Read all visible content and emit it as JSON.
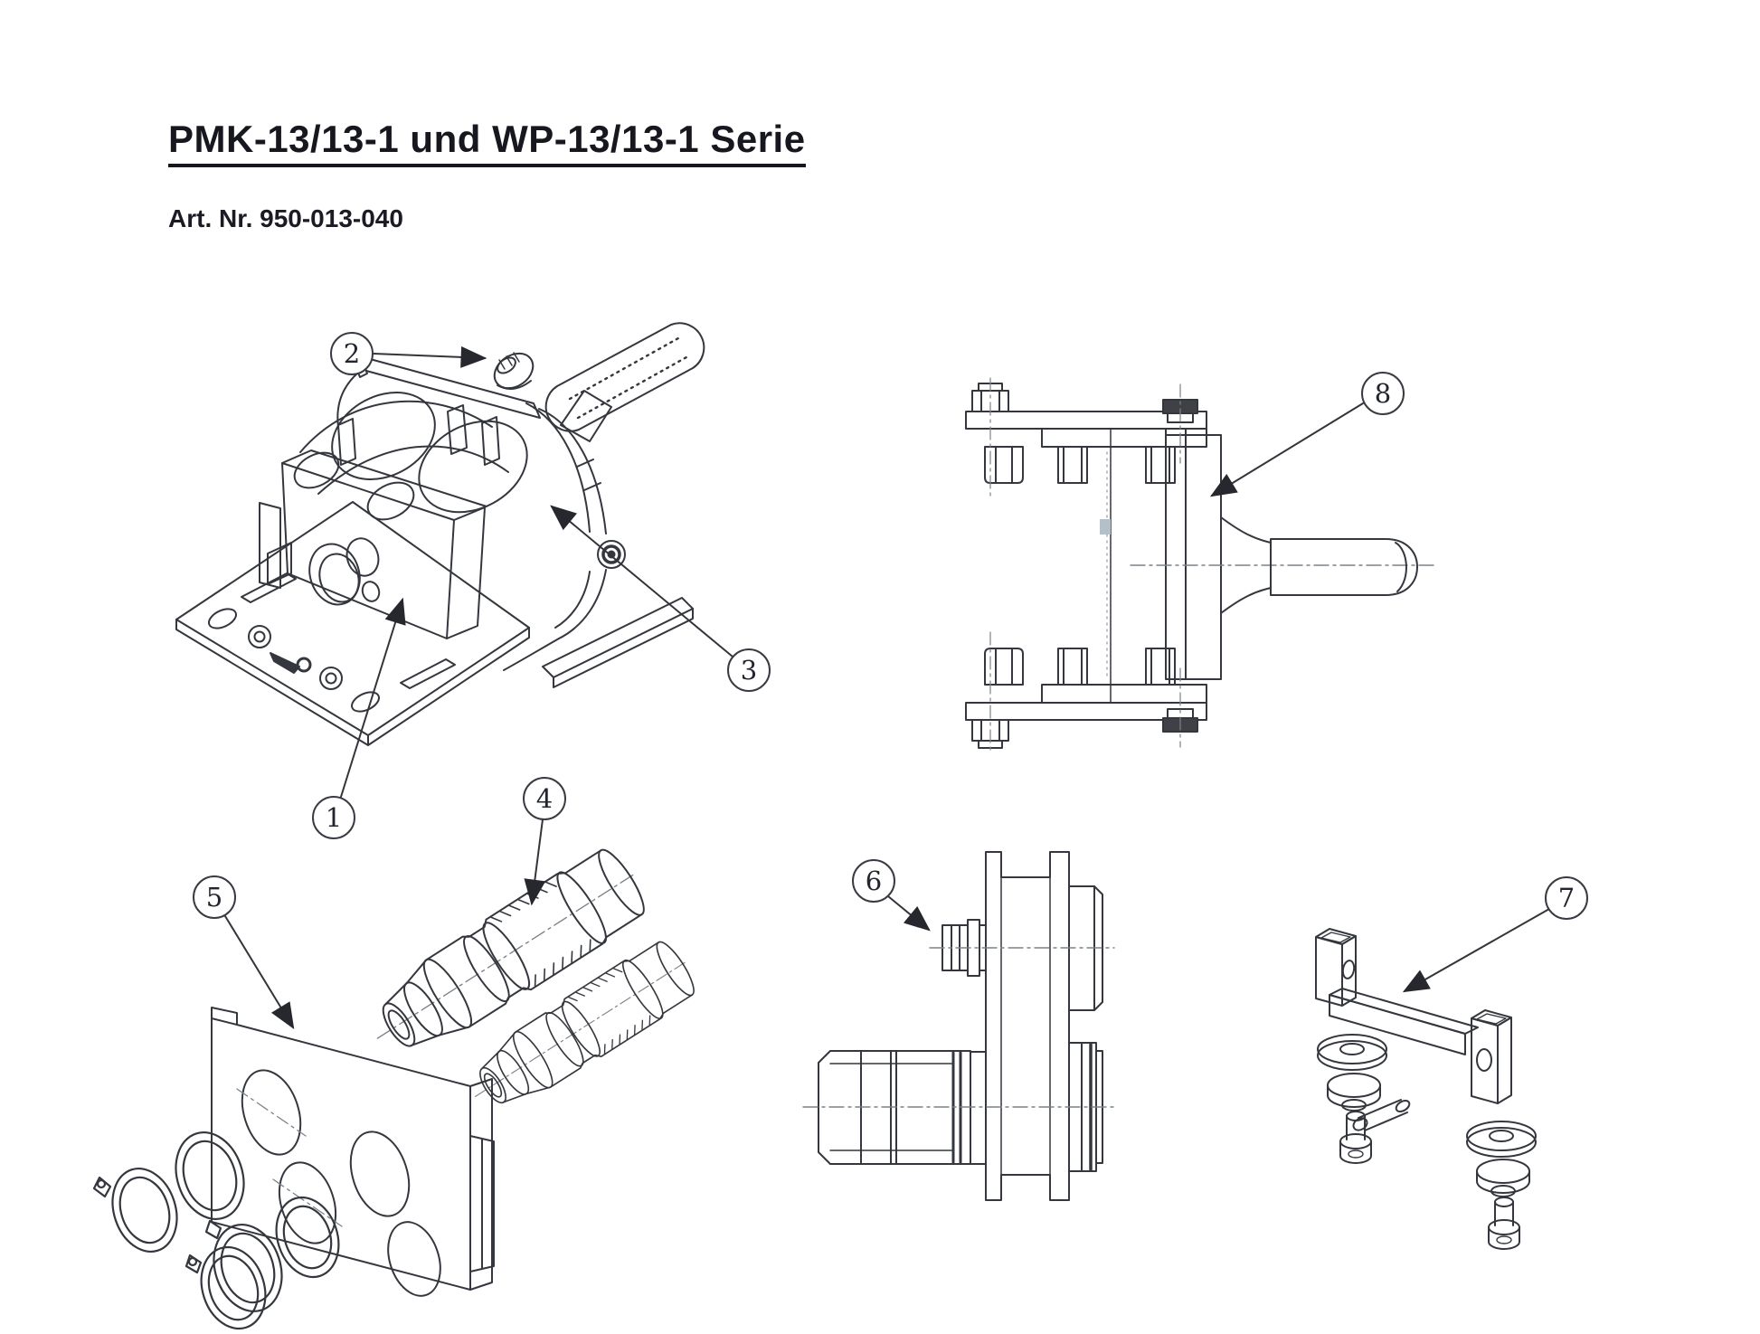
{
  "document": {
    "title": "PMK-13/13-1 und WP-13/13-1 Serie",
    "article_label": "Art. Nr. 950-013-040"
  },
  "callouts": [
    {
      "label": "1"
    },
    {
      "label": "2"
    },
    {
      "label": "3"
    },
    {
      "label": "4"
    },
    {
      "label": "5"
    },
    {
      "label": "6"
    },
    {
      "label": "7"
    },
    {
      "label": "8"
    }
  ],
  "colors": {
    "ink": "#17181f",
    "drawing_line": "#34373d",
    "callout_ring": "#383b42",
    "centerline": "#7c8288"
  }
}
